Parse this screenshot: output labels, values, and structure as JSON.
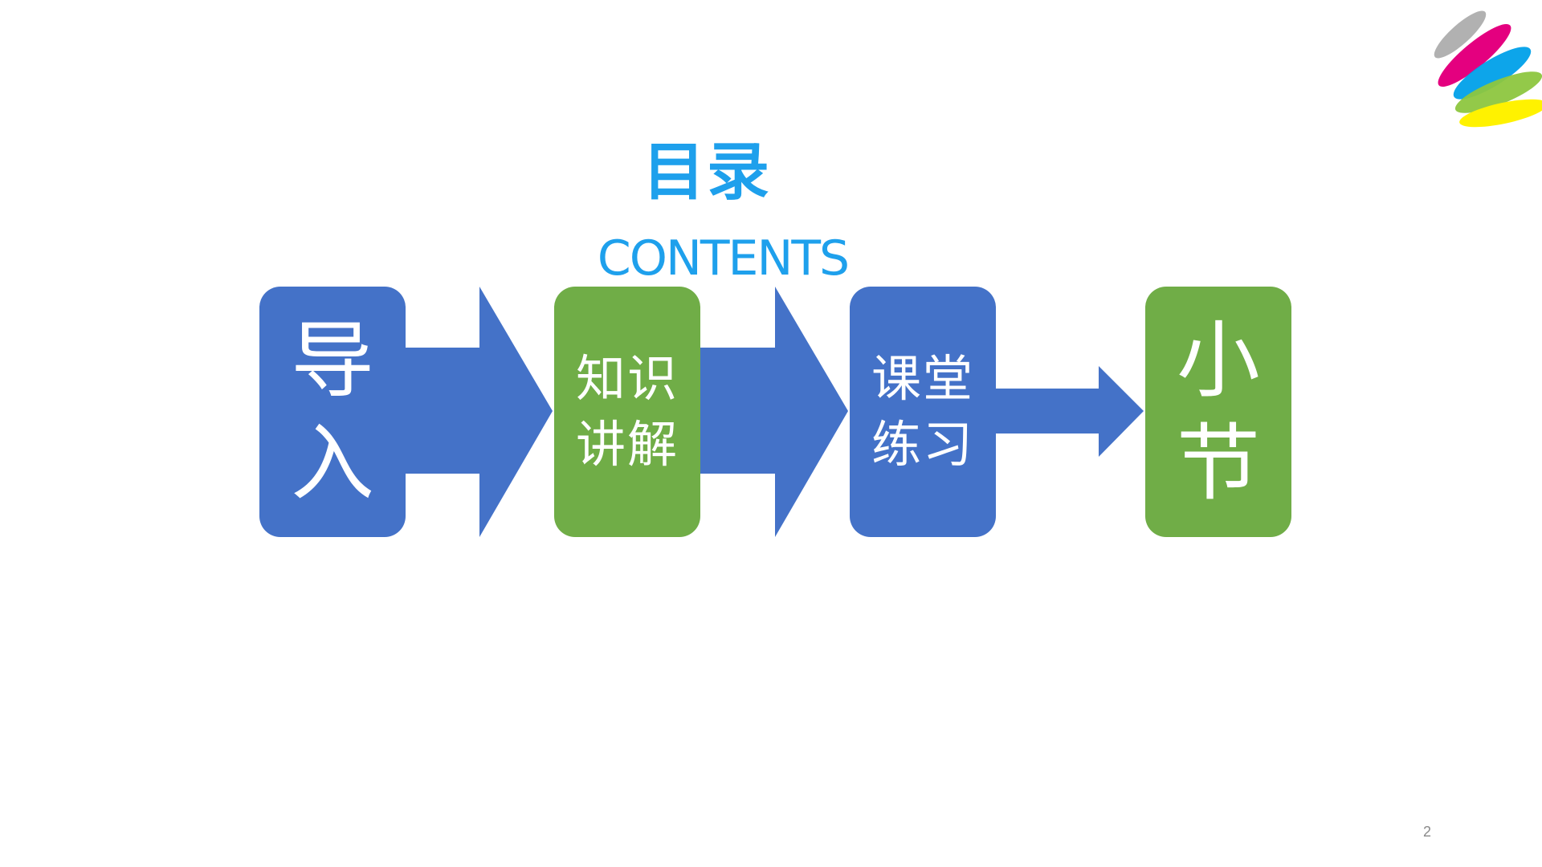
{
  "slide": {
    "title": "目录",
    "subtitle": "CONTENTS",
    "page_number": "2"
  },
  "flow": {
    "steps": [
      {
        "lines": [
          "导",
          "入"
        ],
        "color": "#4472c8"
      },
      {
        "lines": [
          "知识",
          "讲解"
        ],
        "color": "#70ad47"
      },
      {
        "lines": [
          "课堂",
          "练习"
        ],
        "color": "#4472c8"
      },
      {
        "lines": [
          "小",
          "节"
        ],
        "color": "#70ad47"
      }
    ],
    "arrow_color": "#4472c8"
  },
  "colors": {
    "title": "#1ea0ec",
    "logo": [
      "#9e9e9e",
      "#e4007f",
      "#00a0e9",
      "#8dc63f",
      "#fff200"
    ]
  },
  "icons": {
    "logo": "feather-brush-logo"
  }
}
